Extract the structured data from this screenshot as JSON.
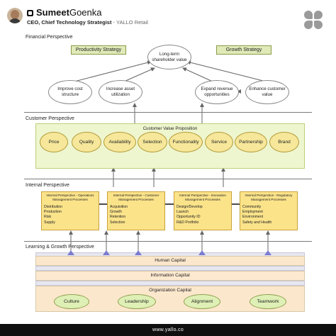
{
  "header": {
    "name_bold": "Sumeet",
    "name_light": "Goenka",
    "subtitle_role": "CEO, Chief Technology Strategist",
    "subtitle_org": " - YALLO Retail",
    "logo_icon": "four-petal-flower-icon"
  },
  "financial": {
    "title": "Financial Perspective",
    "productivity": "Productivity Strategy",
    "growth": "Growth Strategy",
    "top_goal": "Long-term shareholder value",
    "goals": [
      "Improve cost structure",
      "Increase asset utilization",
      "Expand revenue opportunities",
      "Enhance customer value"
    ]
  },
  "customer": {
    "title": "Customer Perspective",
    "cvp_title": "Customer Value Proposition",
    "values": [
      "Price",
      "Quality",
      "Availability",
      "Selection",
      "Functionality",
      "Service",
      "Partnership",
      "Brand"
    ]
  },
  "internal": {
    "title": "Internal Perspective",
    "processes": [
      {
        "heading": "Internal Perspective - Operations Management Processes",
        "items": [
          "Distribution",
          "Production",
          "Risk",
          "Supply"
        ]
      },
      {
        "heading": "Internal Perspective - Customer Management Processes",
        "items": [
          "Acquisition",
          "Growth",
          "Retention",
          "Selection"
        ]
      },
      {
        "heading": "Internal Perspective - Innovation Management Processes",
        "items": [
          "Design/Develop",
          "Launch",
          "Opportunity ID",
          "R&D Portfolio"
        ]
      },
      {
        "heading": "Internal Perspective - Regulatory Management Processes",
        "items": [
          "Community",
          "Employment",
          "Environment",
          "Safety and Health"
        ]
      }
    ]
  },
  "learning": {
    "title": "Learning & Growth Perspective",
    "human": "Human Capital",
    "information": "Information Capital",
    "organization": "Organization Capital",
    "org_items": [
      "Culture",
      "Leadership",
      "Alignment",
      "Teamwork"
    ]
  },
  "footer": {
    "url": "www.yallo.co"
  }
}
